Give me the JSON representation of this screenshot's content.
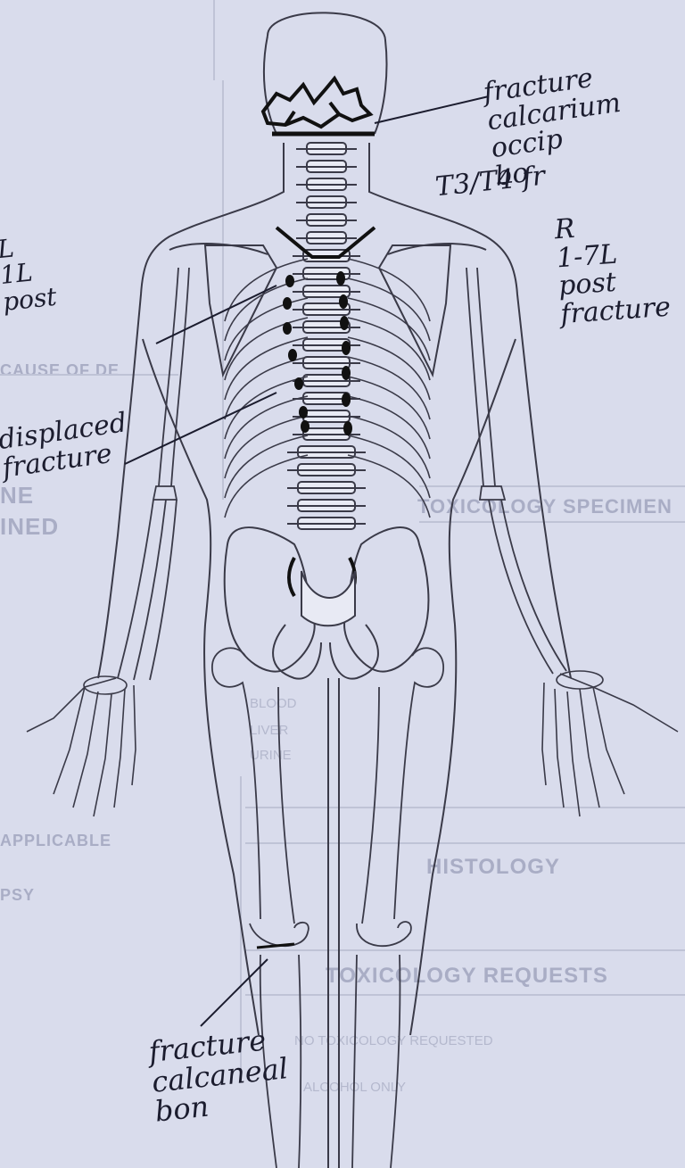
{
  "form_background": {
    "labels": [
      "TOXICOLOGY SPECIMEN",
      "HISTOLOGY",
      "TOXICOLOGY REQUESTS",
      "CAUSE OF DE",
      "NE",
      "INED",
      "APPLICABLE",
      "PSY"
    ],
    "checkbox_items": [
      "NO TOXICOLOGY REQUESTED",
      "BLOOD",
      "LIVER",
      "URINE",
      "ALCOHOL ONLY"
    ]
  },
  "annotations": {
    "skull_fracture": "fracture\ncalcarium\noccip\nbo",
    "t3_t4": "T3/T4 fr",
    "right_side": "R\n1-7L\npost\nfracture",
    "left_side": "L\n1L\npost",
    "left_displaced": "displaced\nfracture",
    "heel_fracture": "fracture\ncalcaneal\nbon"
  },
  "colors": {
    "paper": "#d9dcec",
    "ink": "#1b1c2e",
    "line_art": "#3a3a48",
    "form_print": "#a9adc5"
  }
}
